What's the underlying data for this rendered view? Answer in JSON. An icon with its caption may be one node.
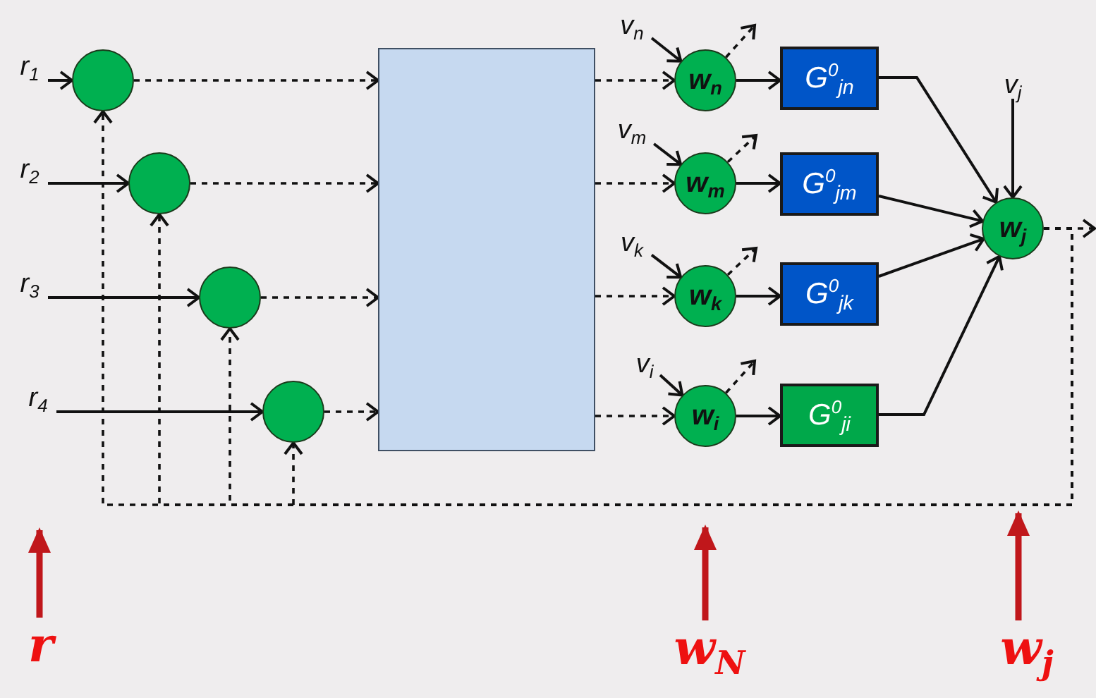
{
  "diagram": {
    "nodes": [
      {
        "text": [
          "r$_{1}$"
        ]
      },
      {
        "text": [],
        "shape": "circle"
      },
      {
        "text": [
          "r$_{2}$"
        ]
      },
      {
        "text": [],
        "shape": "circle"
      },
      {
        "text": [
          "r$_{3}$"
        ]
      },
      {
        "text": [],
        "shape": "circle"
      },
      {
        "text": [
          "r$_{4}$"
        ]
      },
      {
        "text": [],
        "shape": "circle"
      },
      {
        "text": [],
        "shape": "box"
      },
      {
        "text": [
          "v$_{n}$"
        ]
      },
      {
        "text": [
          "w$_{n}$"
        ]
      },
      {
        "text": [
          "G$^{0}$$_{jn}$"
        ]
      },
      {
        "text": [
          "v$_{m}$"
        ]
      },
      {
        "text": [
          "w$_{m}$"
        ]
      },
      {
        "text": [
          "G$^{0}$$_{jm}$"
        ]
      },
      {
        "text": [
          "v$_{k}$"
        ]
      },
      {
        "text": [
          "w$_{k}$"
        ]
      },
      {
        "text": [
          "G$^{0}$$_{jk}$"
        ]
      },
      {
        "text": [
          "v$_{i}$"
        ]
      },
      {
        "text": [
          "w$_{i}$"
        ]
      },
      {
        "text": [
          "G$^{0}$$_{ji}$"
        ]
      },
      {
        "text": [
          "v$_{j}$"
        ]
      },
      {
        "text": [
          "w$_{j}$"
        ]
      },
      {
        "text": [
          "r"
        ]
      },
      {
        "text": [
          "w$_{N}$"
        ]
      },
      {
        "text": [
          "w$_{j}$"
        ]
      }
    ],
    "edges": [
      {
        "from": 0,
        "to": 1,
        "arrow": "to"
      },
      {
        "from": 2,
        "to": 3,
        "arrow": "to"
      },
      {
        "from": 4,
        "to": 5,
        "arrow": "to"
      },
      {
        "from": 6,
        "to": 7,
        "arrow": "to"
      },
      {
        "from": 1,
        "to": 8,
        "arrow": "to",
        "style": "dashed"
      },
      {
        "from": 3,
        "to": 8,
        "arrow": "to",
        "style": "dashed"
      },
      {
        "from": 5,
        "to": 8,
        "arrow": "to",
        "style": "dashed"
      },
      {
        "from": 7,
        "to": 8,
        "arrow": "to",
        "style": "dashed"
      },
      {
        "from": 8,
        "to": 10,
        "arrow": "to",
        "style": "dashed"
      },
      {
        "from": 8,
        "to": 13,
        "arrow": "to",
        "style": "dashed"
      },
      {
        "from": 8,
        "to": 16,
        "arrow": "to",
        "style": "dashed"
      },
      {
        "from": 8,
        "to": 19,
        "arrow": "to",
        "style": "dashed"
      },
      {
        "from": 9,
        "to": 10,
        "arrow": "to"
      },
      {
        "from": 12,
        "to": 13,
        "arrow": "to"
      },
      {
        "from": 15,
        "to": 16,
        "arrow": "to"
      },
      {
        "from": 18,
        "to": 19,
        "arrow": "to"
      },
      {
        "from": 10,
        "to": null,
        "arrow": "to",
        "style": "dashed"
      },
      {
        "from": 13,
        "to": null,
        "arrow": "to",
        "style": "dashed"
      },
      {
        "from": 16,
        "to": null,
        "arrow": "to",
        "style": "dashed"
      },
      {
        "from": 19,
        "to": null,
        "arrow": "to",
        "style": "dashed"
      },
      {
        "from": 10,
        "to": 11,
        "arrow": "to"
      },
      {
        "from": 13,
        "to": 14,
        "arrow": "to"
      },
      {
        "from": 16,
        "to": 17,
        "arrow": "to"
      },
      {
        "from": 19,
        "to": 20,
        "arrow": "to"
      },
      {
        "from": 11,
        "to": 22,
        "arrow": "to"
      },
      {
        "from": 14,
        "to": 22,
        "arrow": "to"
      },
      {
        "from": 17,
        "to": 22,
        "arrow": "to"
      },
      {
        "from": 20,
        "to": 22,
        "arrow": "to"
      },
      {
        "from": 21,
        "to": 22,
        "arrow": "to"
      },
      {
        "from": 22,
        "to": null,
        "arrow": "to",
        "style": "dashed"
      },
      {
        "from": 22,
        "to": 1,
        "arrow": "to",
        "style": "dashed"
      },
      {
        "from": 22,
        "to": 3,
        "arrow": "to",
        "style": "dashed"
      },
      {
        "from": 22,
        "to": 5,
        "arrow": "to",
        "style": "dashed"
      },
      {
        "from": 22,
        "to": 7,
        "arrow": "to",
        "style": "dashed"
      },
      {
        "from": 23,
        "to": null,
        "arrow": "to",
        "style": "thick",
        "color": "#c0171b"
      },
      {
        "from": 24,
        "to": null,
        "arrow": "to",
        "style": "thick",
        "color": "#c0171b"
      },
      {
        "from": 25,
        "to": null,
        "arrow": "to",
        "style": "thick",
        "color": "#c0171b"
      }
    ]
  }
}
